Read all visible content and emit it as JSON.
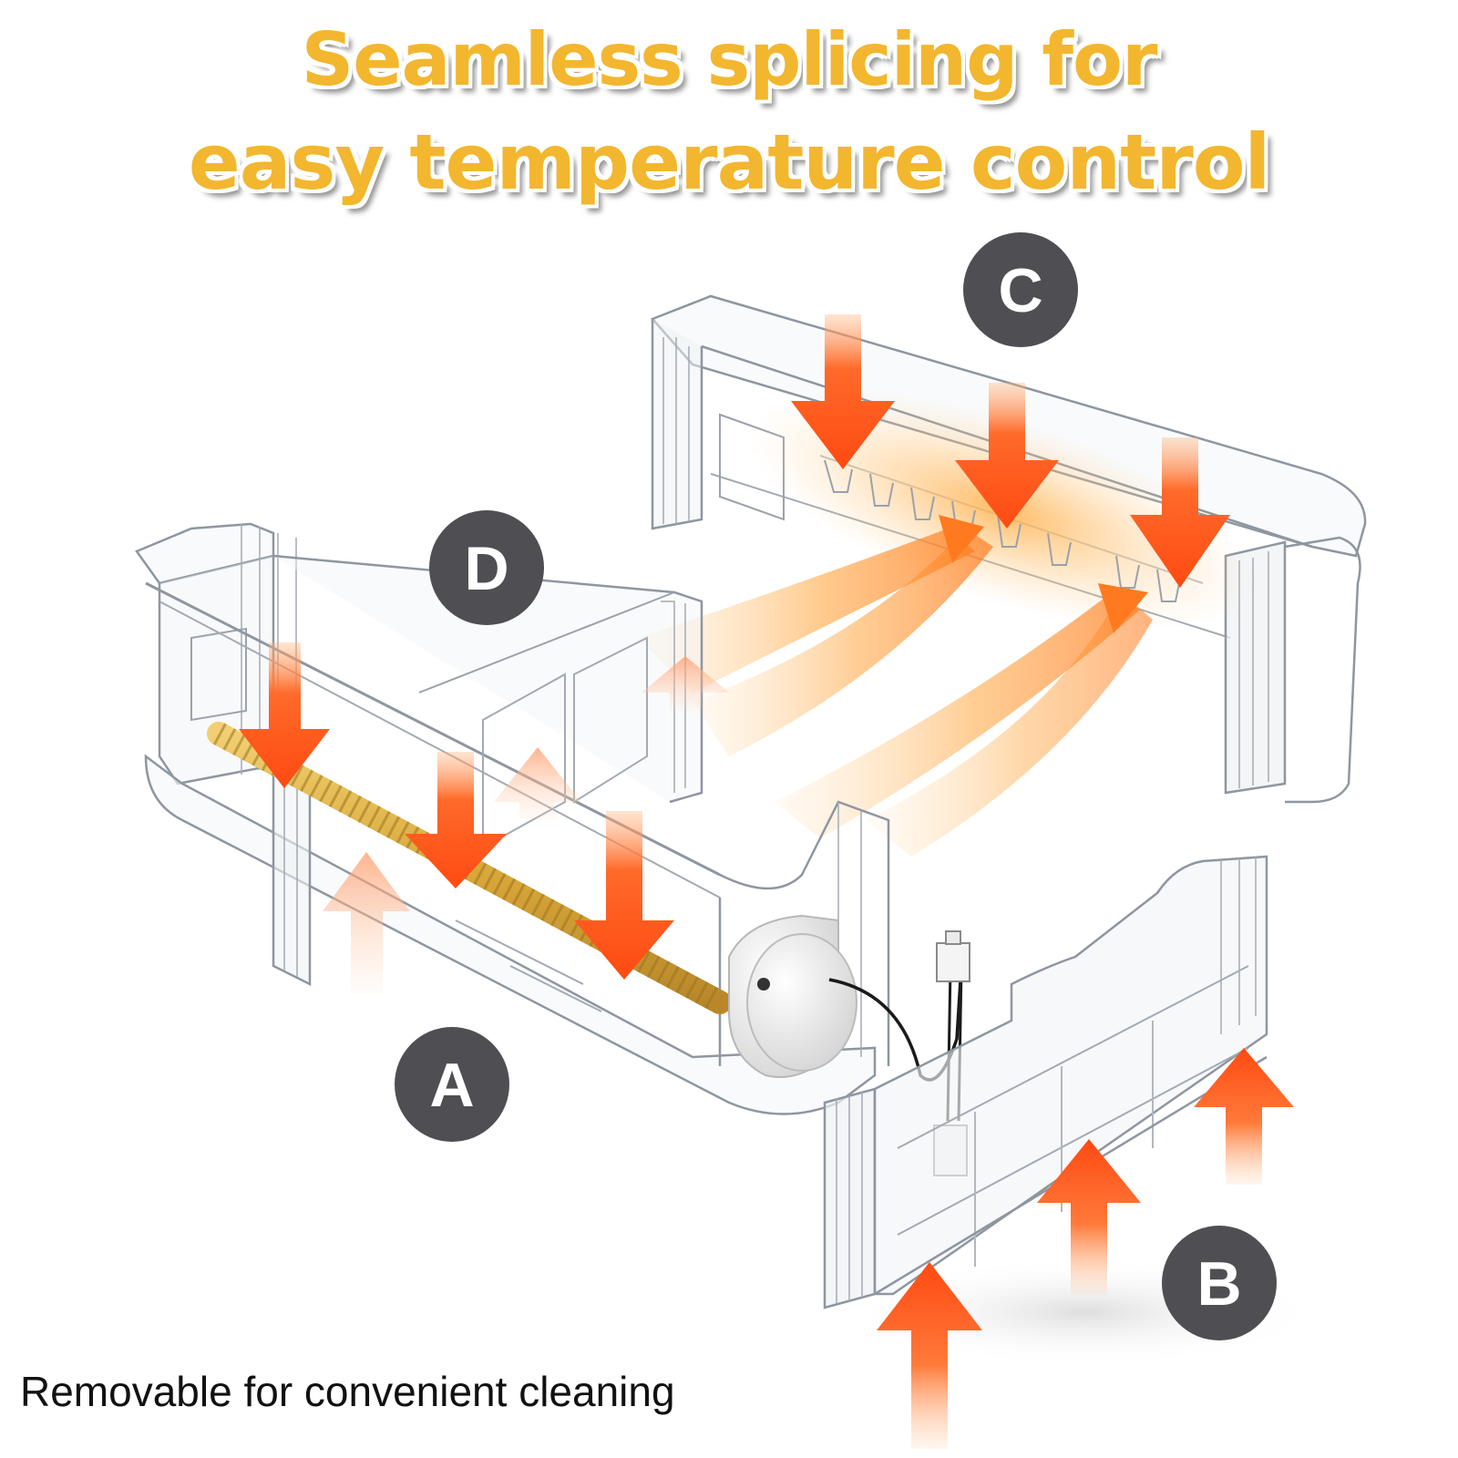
{
  "headline": {
    "line1": "Seamless splicing for",
    "line2": "easy temperature control"
  },
  "labels": {
    "a": "A",
    "b": "B",
    "c": "C",
    "d": "D"
  },
  "caption": "Removable for convenient cleaning",
  "colors": {
    "headline": "#f3b62f",
    "arrow": "#ff5a1a",
    "warm_glow": "#ffa640",
    "badge": "#4f4e53",
    "tube": "#d9a93a",
    "frame_stroke": "#8e96a0"
  },
  "icons": {
    "arrow_down": "heat-arrow-down-icon",
    "arrow_up": "heat-arrow-up-icon",
    "fan": "fan-unit-icon",
    "connector": "plug-connector-icon"
  }
}
